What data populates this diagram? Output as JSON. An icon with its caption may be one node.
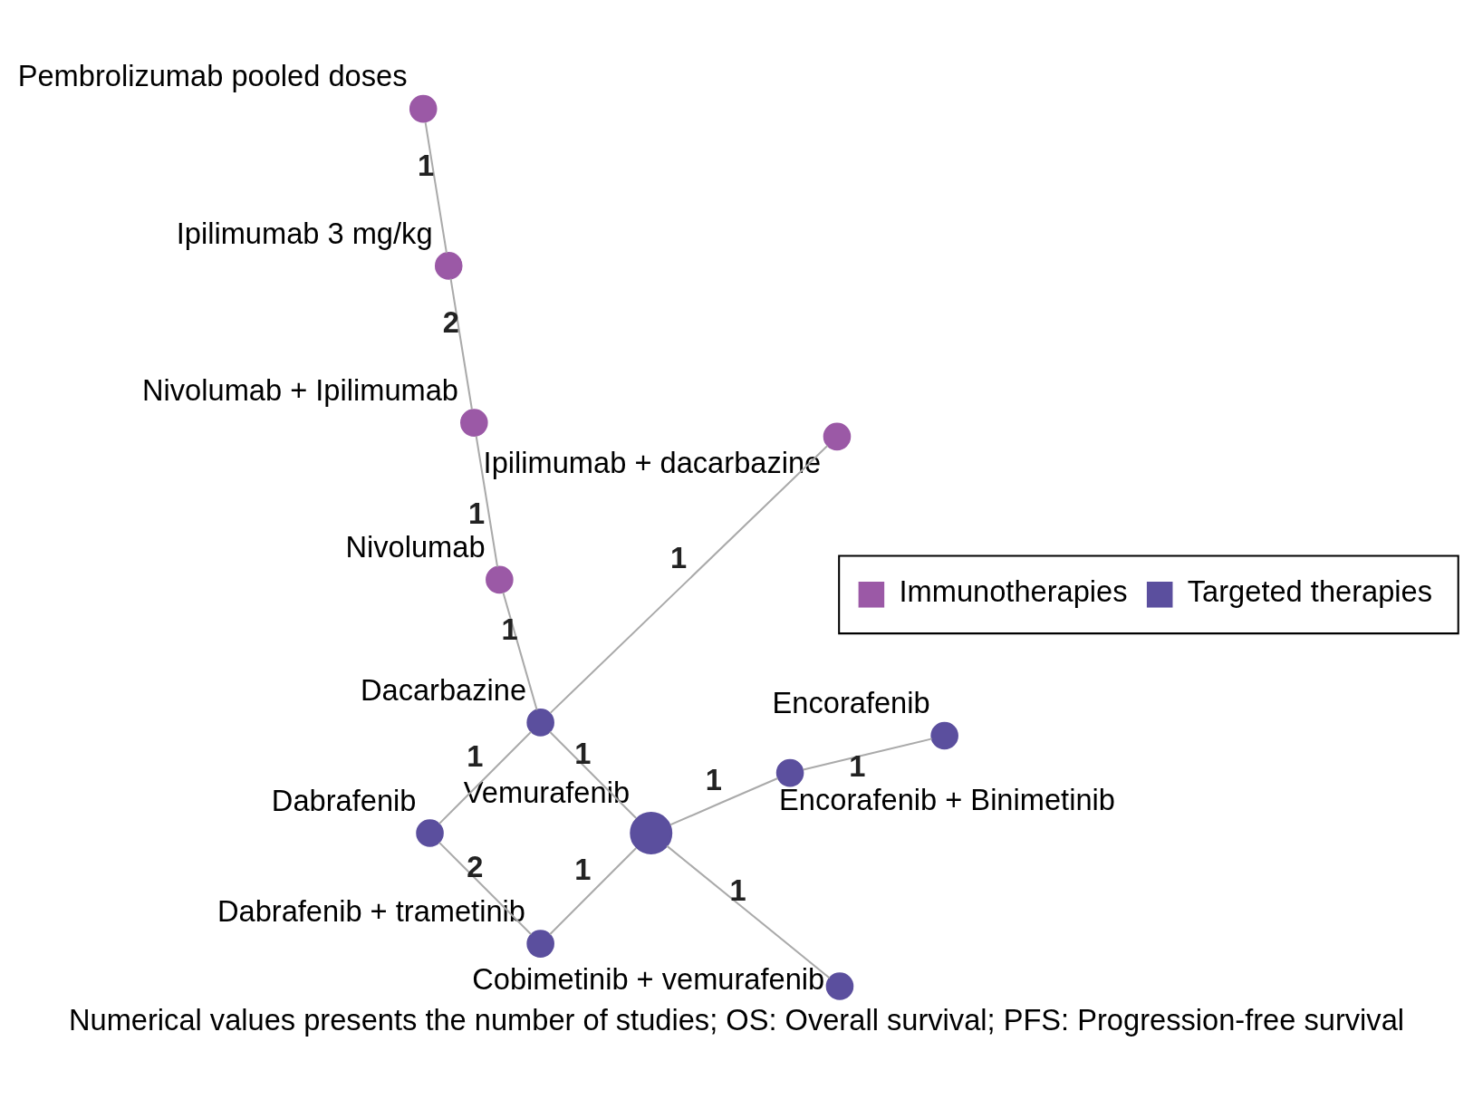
{
  "diagram": {
    "caption": "Numerical values presents the number of studies; OS: Overall survival; PFS: Progression-free survival",
    "nodes": [
      {
        "text": [
          "Dabrafenib + trametinib"
        ]
      },
      {
        "text": [
          "Dacarbazine"
        ]
      },
      {
        "text": [
          "Dabrafenib"
        ]
      },
      {
        "text": [
          "Encorafenib"
        ]
      },
      {
        "text": [
          "Cobimetinib + vemurafenib"
        ]
      },
      {
        "text": [
          "Encorafenib + Binimetinib"
        ]
      },
      {
        "text": [
          "Vemurafenib"
        ]
      },
      {
        "text": [
          "Ipilimumab + dacarbazine"
        ]
      },
      {
        "text": [
          "Pembrolizumab pooled doses"
        ]
      },
      {
        "text": [
          "Ipilimumab 3 mg/kg"
        ]
      },
      {
        "text": [
          "Nivolumab + Ipilimumab"
        ]
      },
      {
        "text": [
          "Nivolumab"
        ]
      }
    ],
    "edges": [
      {
        "from": 0,
        "to": 2,
        "arrow": "none",
        "label": "2"
      },
      {
        "from": 1,
        "to": 2,
        "arrow": "none",
        "label": "1"
      },
      {
        "from": 1,
        "to": 6,
        "arrow": "none",
        "label": "1"
      },
      {
        "from": 0,
        "to": 6,
        "arrow": "none",
        "label": "1"
      },
      {
        "from": 4,
        "to": 6,
        "arrow": "none",
        "label": "1"
      },
      {
        "from": 3,
        "to": 5,
        "arrow": "none",
        "label": "1"
      },
      {
        "from": 5,
        "to": 6,
        "arrow": "none",
        "label": "1"
      },
      {
        "from": 1,
        "to": 7,
        "arrow": "none",
        "label": "1"
      },
      {
        "from": 1,
        "to": 11,
        "arrow": "none",
        "label": "1"
      },
      {
        "from": 9,
        "to": 8,
        "arrow": "none",
        "label": "1"
      },
      {
        "from": 9,
        "to": 10,
        "arrow": "none",
        "label": "2"
      },
      {
        "from": 11,
        "to": 10,
        "arrow": "none",
        "label": "1"
      }
    ],
    "legend": [
      {
        "text": "Immunotherapies",
        "color": "#9b59a6"
      },
      {
        "text": "Targeted therapies",
        "color": "#5b4f9e"
      }
    ]
  }
}
